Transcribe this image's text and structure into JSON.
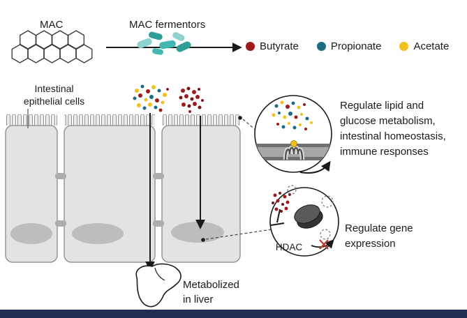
{
  "colors": {
    "butyrate": "#9e1b1b",
    "propionate": "#1d6a85",
    "acetate": "#f0c020",
    "bacteria_teal": "#35a9a2",
    "cell_fill": "#e3e3e3",
    "cell_stroke": "#969696",
    "footer_bar": "#1f2d52"
  },
  "top": {
    "mac_label": "MAC",
    "fermentors_label": "MAC fermentors",
    "legend": [
      {
        "label": "Butyrate",
        "color": "#9e1b1b"
      },
      {
        "label": "Propionate",
        "color": "#1d6a85"
      },
      {
        "label": "Acetate",
        "color": "#f0c020"
      }
    ]
  },
  "tissue": {
    "label_lines": [
      "Intestinal",
      "epithelial cells"
    ]
  },
  "liver": {
    "caption_lines": [
      "Metabolized",
      "in liver"
    ]
  },
  "inset_receptor": {
    "caption_lines": [
      "Regulate lipid and",
      "glucose metabolism,",
      "intestinal homeostasis,",
      "immune responses"
    ]
  },
  "inset_hdac": {
    "label": "HDAC",
    "caption_lines": [
      "Regulate gene",
      "expression"
    ]
  }
}
